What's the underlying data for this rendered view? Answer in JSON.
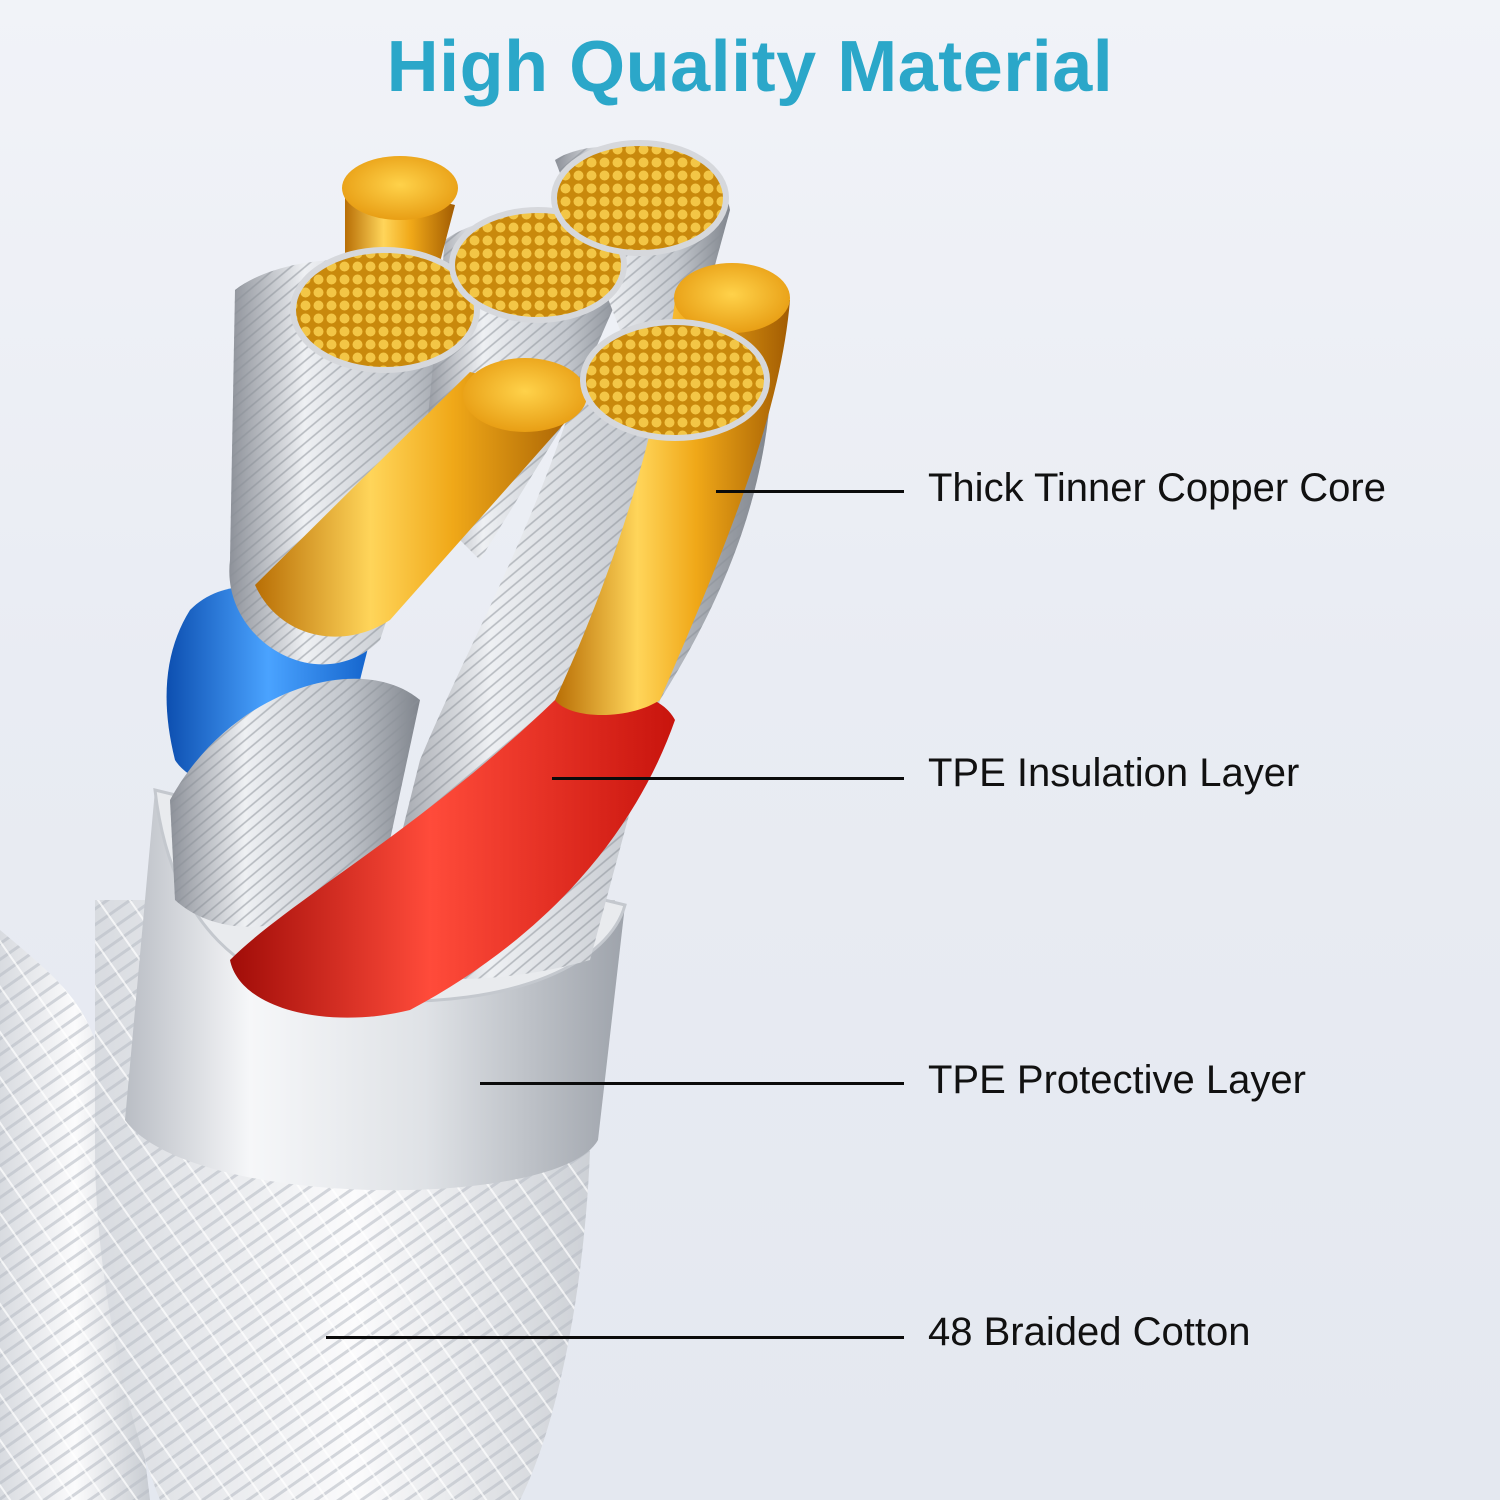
{
  "title": "High Quality Material",
  "colors": {
    "title": "#2ba7c9",
    "gold": "#e7a414",
    "red_insulation": "#e51b14",
    "blue_insulation": "#1b74de",
    "silver": "#c7cad0",
    "leader_line": "#0b0b0b"
  },
  "callouts": [
    {
      "label": "Thick Tinner Copper Core"
    },
    {
      "label": "TPE Insulation Layer"
    },
    {
      "label": "TPE Protective Layer"
    },
    {
      "label": "48 Braided Cotton"
    }
  ]
}
